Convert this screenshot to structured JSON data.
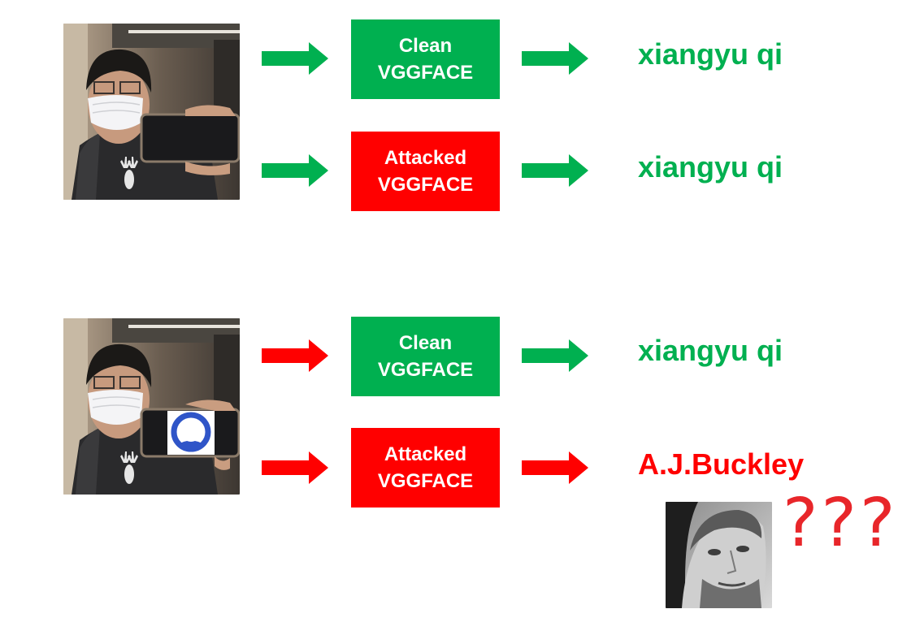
{
  "colors": {
    "clean": "#00b050",
    "attacked": "#ff0000",
    "question": "#e8262a"
  },
  "rows": [
    {
      "model_line1": "Clean",
      "model_line2": "VGGFACE",
      "prediction": "xiangyu qi"
    },
    {
      "model_line1": "Attacked",
      "model_line2": "VGGFACE",
      "prediction": "xiangyu qi"
    },
    {
      "model_line1": "Clean",
      "model_line2": "VGGFACE",
      "prediction": "xiangyu qi"
    },
    {
      "model_line1": "Attacked",
      "model_line2": "VGGFACE",
      "prediction": "A.J.Buckley"
    }
  ],
  "question_marks": "???",
  "icons": {
    "input_photo": "person-wearing-mask-holding-phone",
    "trigger": "blue-circular-logo",
    "result_photo": "bearded-man-portrait"
  }
}
